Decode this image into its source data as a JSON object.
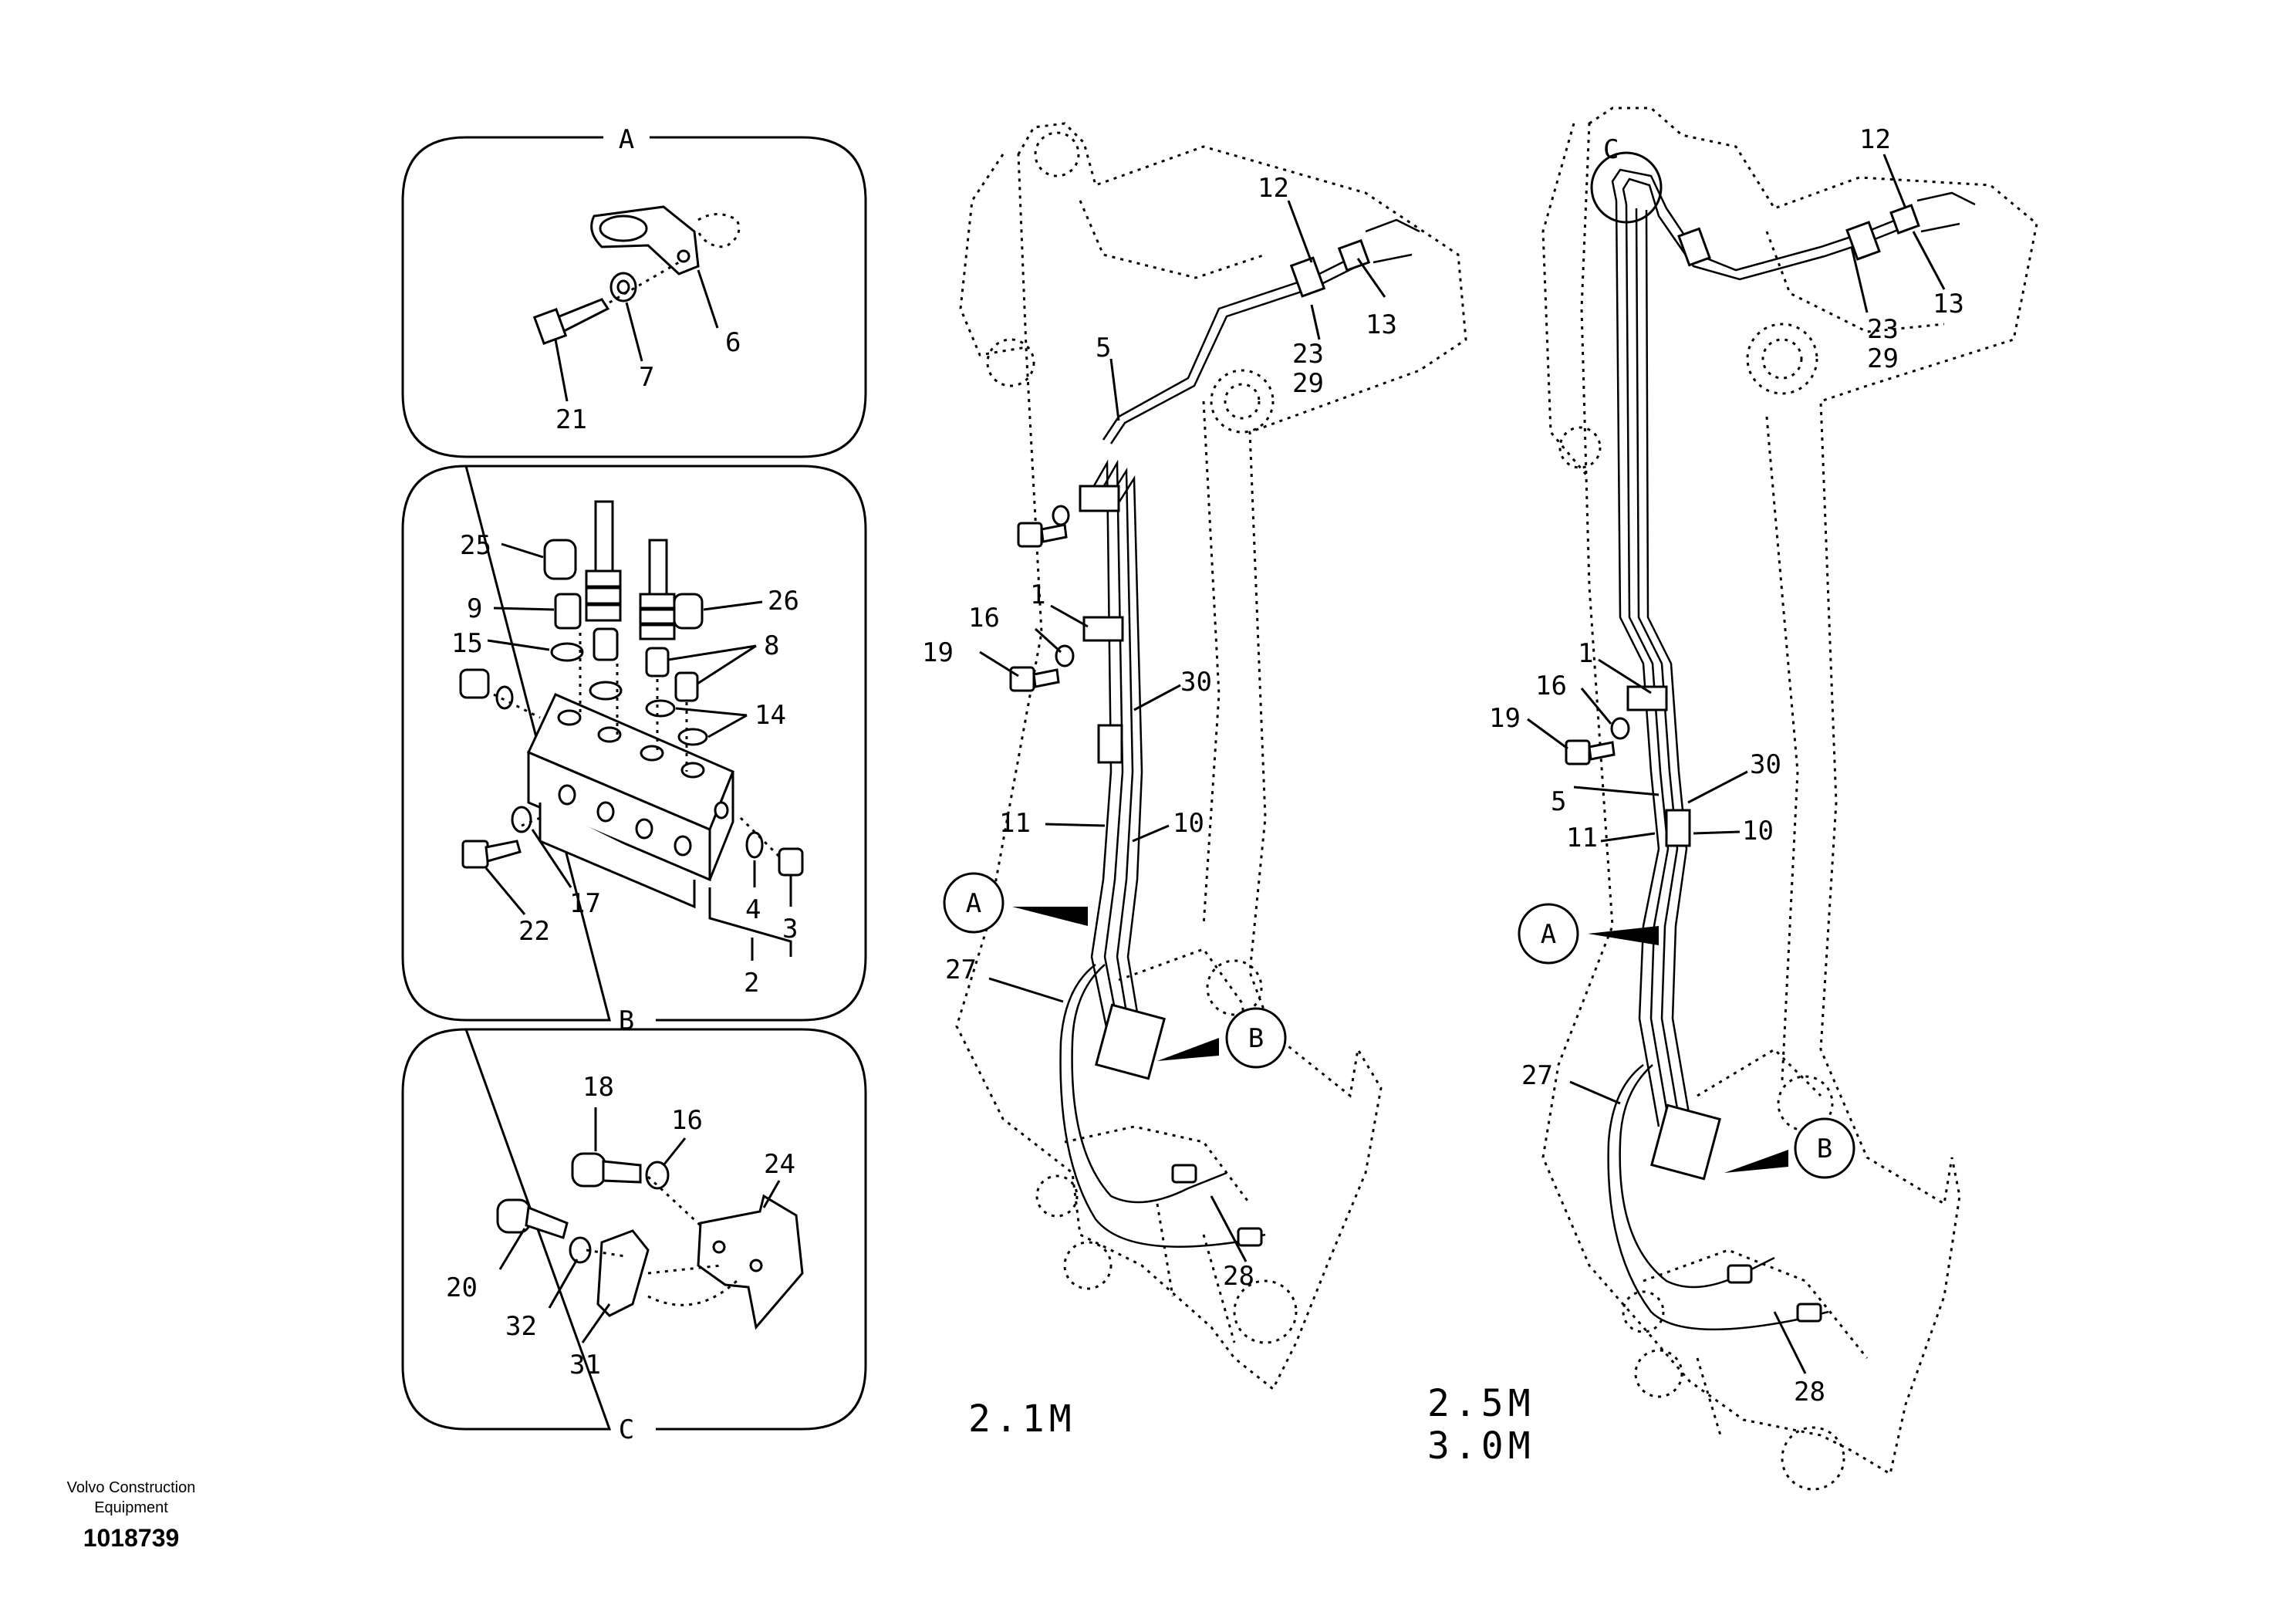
{
  "footer": {
    "brand": "Volvo Construction Equipment",
    "document_number": "1018739"
  },
  "views": {
    "detail_a": "A",
    "detail_b": "B",
    "detail_c": "C",
    "variant_left": "2.1M",
    "variant_right_1": "2.5M",
    "variant_right_2": "3.0M"
  },
  "callouts": {
    "detail_a": [
      "6",
      "7",
      "21"
    ],
    "detail_b": [
      "25",
      "9",
      "15",
      "26",
      "8",
      "14",
      "17",
      "22",
      "4",
      "3",
      "2"
    ],
    "detail_c": [
      "18",
      "16",
      "24",
      "20",
      "32",
      "31"
    ],
    "arm_left": [
      "12",
      "13",
      "23",
      "29",
      "5",
      "1",
      "16",
      "19",
      "30",
      "11",
      "10",
      "27",
      "28"
    ],
    "arm_right": [
      "12",
      "13",
      "23",
      "29",
      "1",
      "16",
      "19",
      "5",
      "30",
      "11",
      "10",
      "27",
      "28"
    ]
  }
}
